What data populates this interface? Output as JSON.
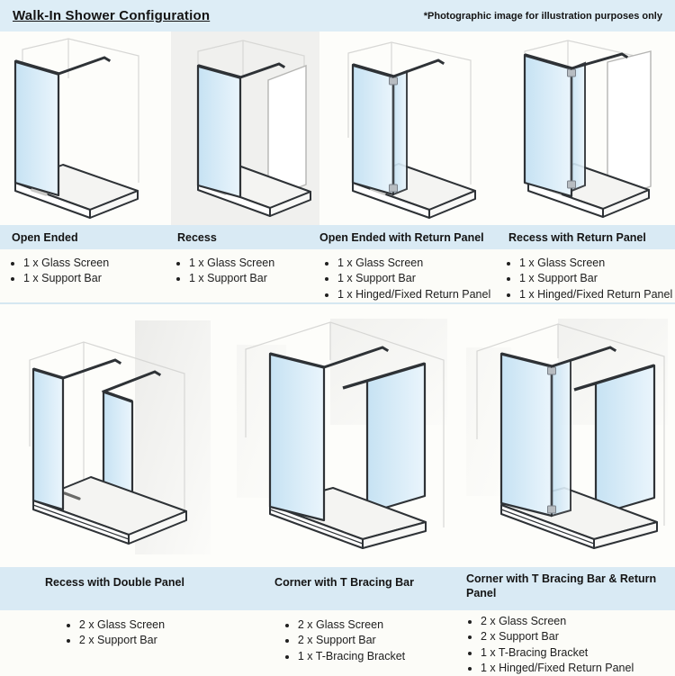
{
  "header": {
    "title": "Walk-In Shower Configuration",
    "note": "*Photographic image for illustration purposes only"
  },
  "colors": {
    "header_bg": "#ddedf6",
    "label_band": "#d9eaf4",
    "glass_blue": "#c6e2f3",
    "line_dark": "#2e3236"
  },
  "rows": [
    {
      "configs": [
        {
          "label": "Open Ended",
          "parts": [
            "1 x Glass Screen",
            "1 x Support Bar"
          ]
        },
        {
          "label": "Recess",
          "parts": [
            "1 x Glass Screen",
            "1 x Support Bar"
          ]
        },
        {
          "label": "Open Ended with Return Panel",
          "parts": [
            "1 x Glass Screen",
            "1 x Support Bar",
            "1 x Hinged/Fixed Return Panel"
          ]
        },
        {
          "label": "Recess with Return Panel",
          "parts": [
            "1 x Glass Screen",
            "1 x Support Bar",
            "1 x Hinged/Fixed Return Panel"
          ]
        }
      ]
    },
    {
      "configs": [
        {
          "label": "Recess with Double Panel",
          "parts": [
            "2 x Glass Screen",
            "2 x Support Bar"
          ]
        },
        {
          "label": "Corner with T Bracing Bar",
          "parts": [
            "2 x Glass Screen",
            "2 x Support Bar",
            "1 x T-Bracing Bracket"
          ]
        },
        {
          "label": "Corner with T Bracing Bar & Return Panel",
          "parts": [
            "2 x Glass Screen",
            "2 x  Support Bar",
            "1 x T-Bracing Bracket",
            "1 x Hinged/Fixed Return Panel"
          ]
        }
      ]
    }
  ]
}
